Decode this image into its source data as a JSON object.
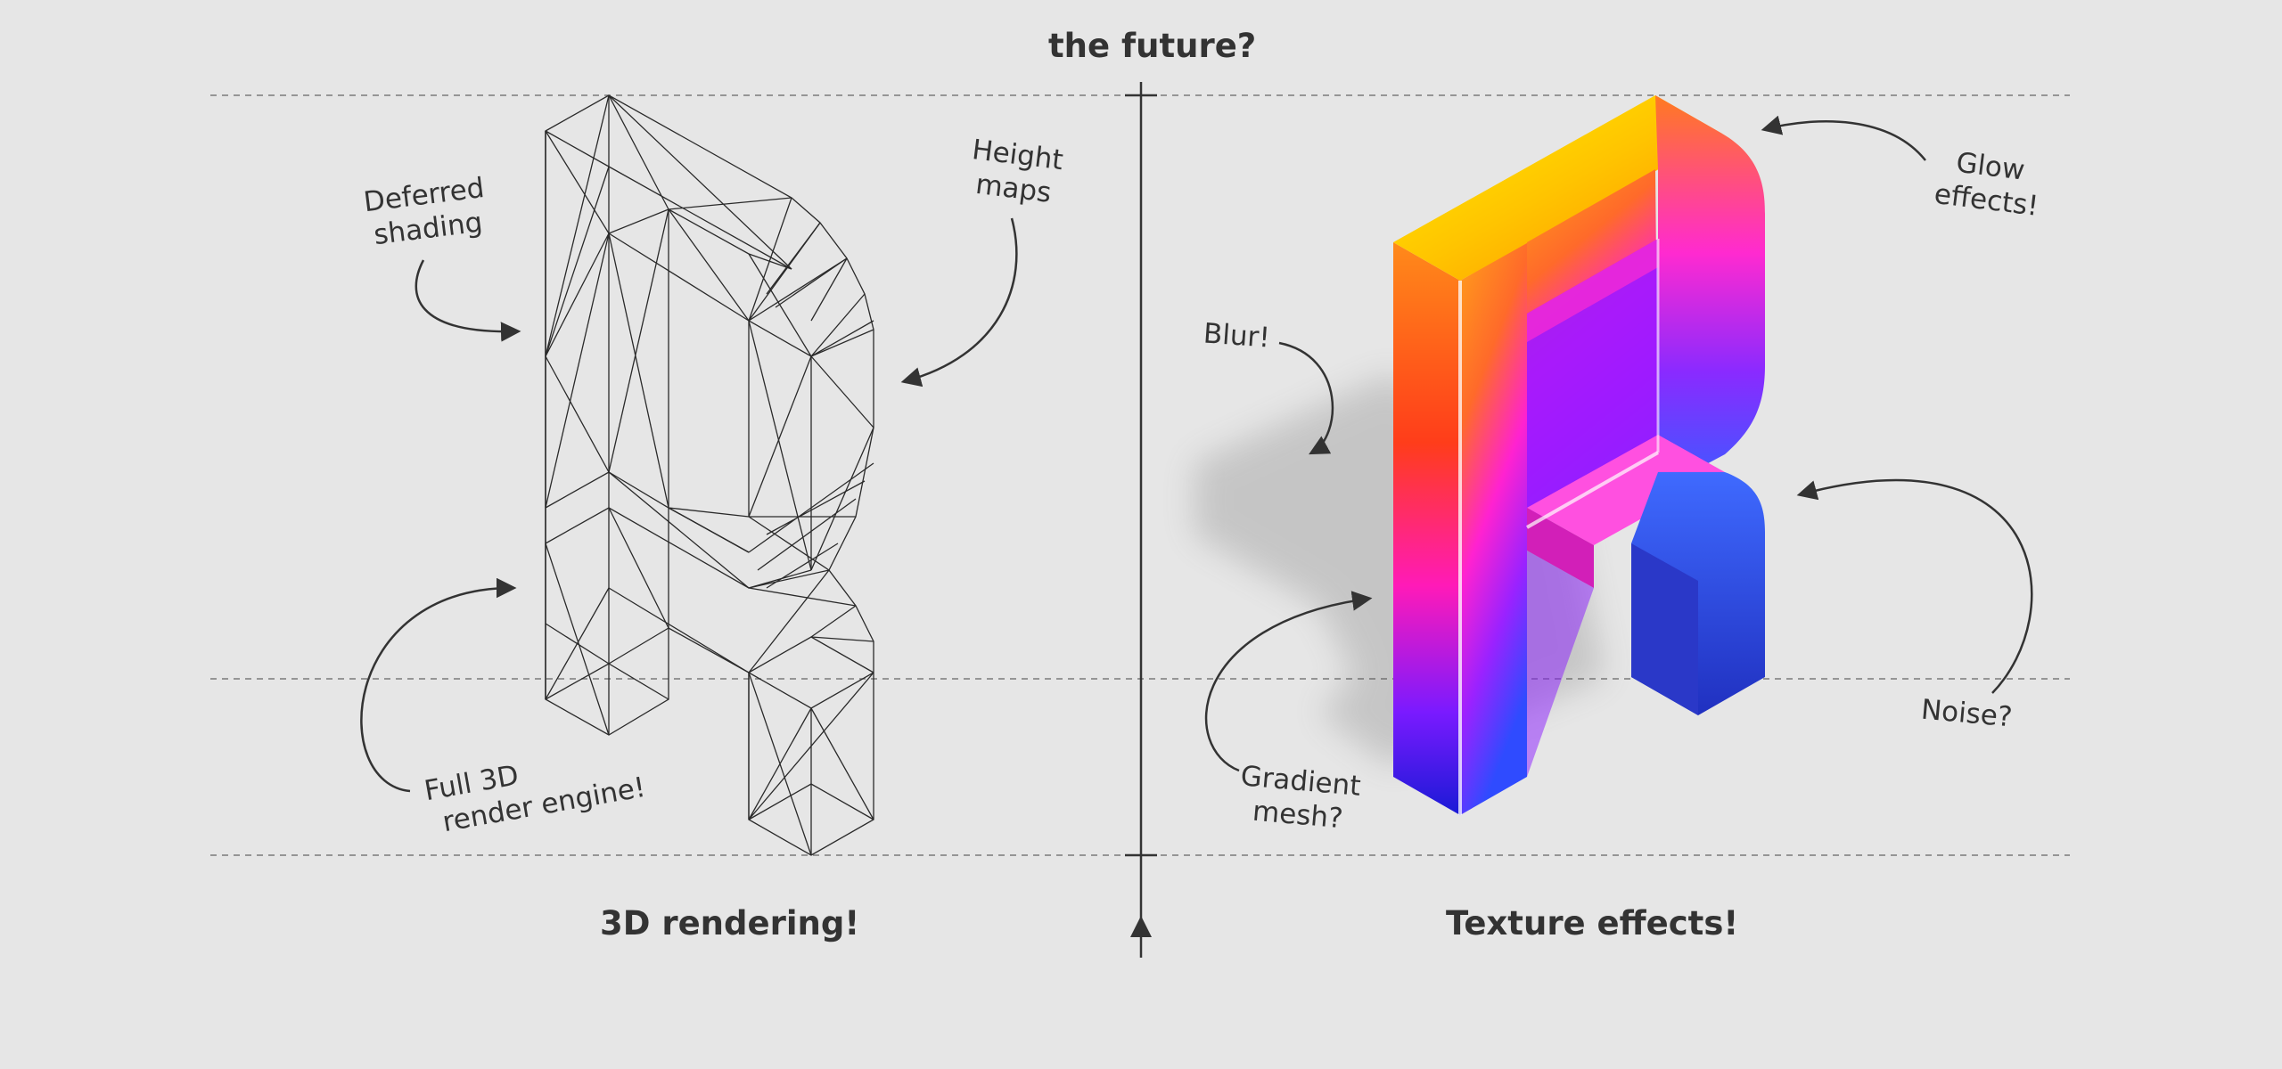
{
  "title": "the future?",
  "left_panel": {
    "heading": "3D rendering!",
    "annotations": {
      "deferred_shading": [
        "Deferred",
        "shading"
      ],
      "height_maps": [
        "Height",
        "maps"
      ],
      "full_3d": [
        "Full 3D",
        "render engine!"
      ]
    }
  },
  "right_panel": {
    "heading": "Texture effects!",
    "annotations": {
      "glow": [
        "Glow",
        "effects!"
      ],
      "blur": [
        "Blur!"
      ],
      "noise": [
        "Noise?"
      ],
      "gradient_mesh": [
        "Gradient",
        "mesh?"
      ]
    }
  },
  "colors": {
    "background": "#e6e6e6",
    "ink": "#333333",
    "gradient": [
      "#ffe600",
      "#ff9a00",
      "#ff3a1a",
      "#ff1acb",
      "#8a1aff",
      "#2b2bff"
    ]
  },
  "icons": [
    "crosshair-icon",
    "arrow-up-icon",
    "curved-arrow-icon"
  ]
}
